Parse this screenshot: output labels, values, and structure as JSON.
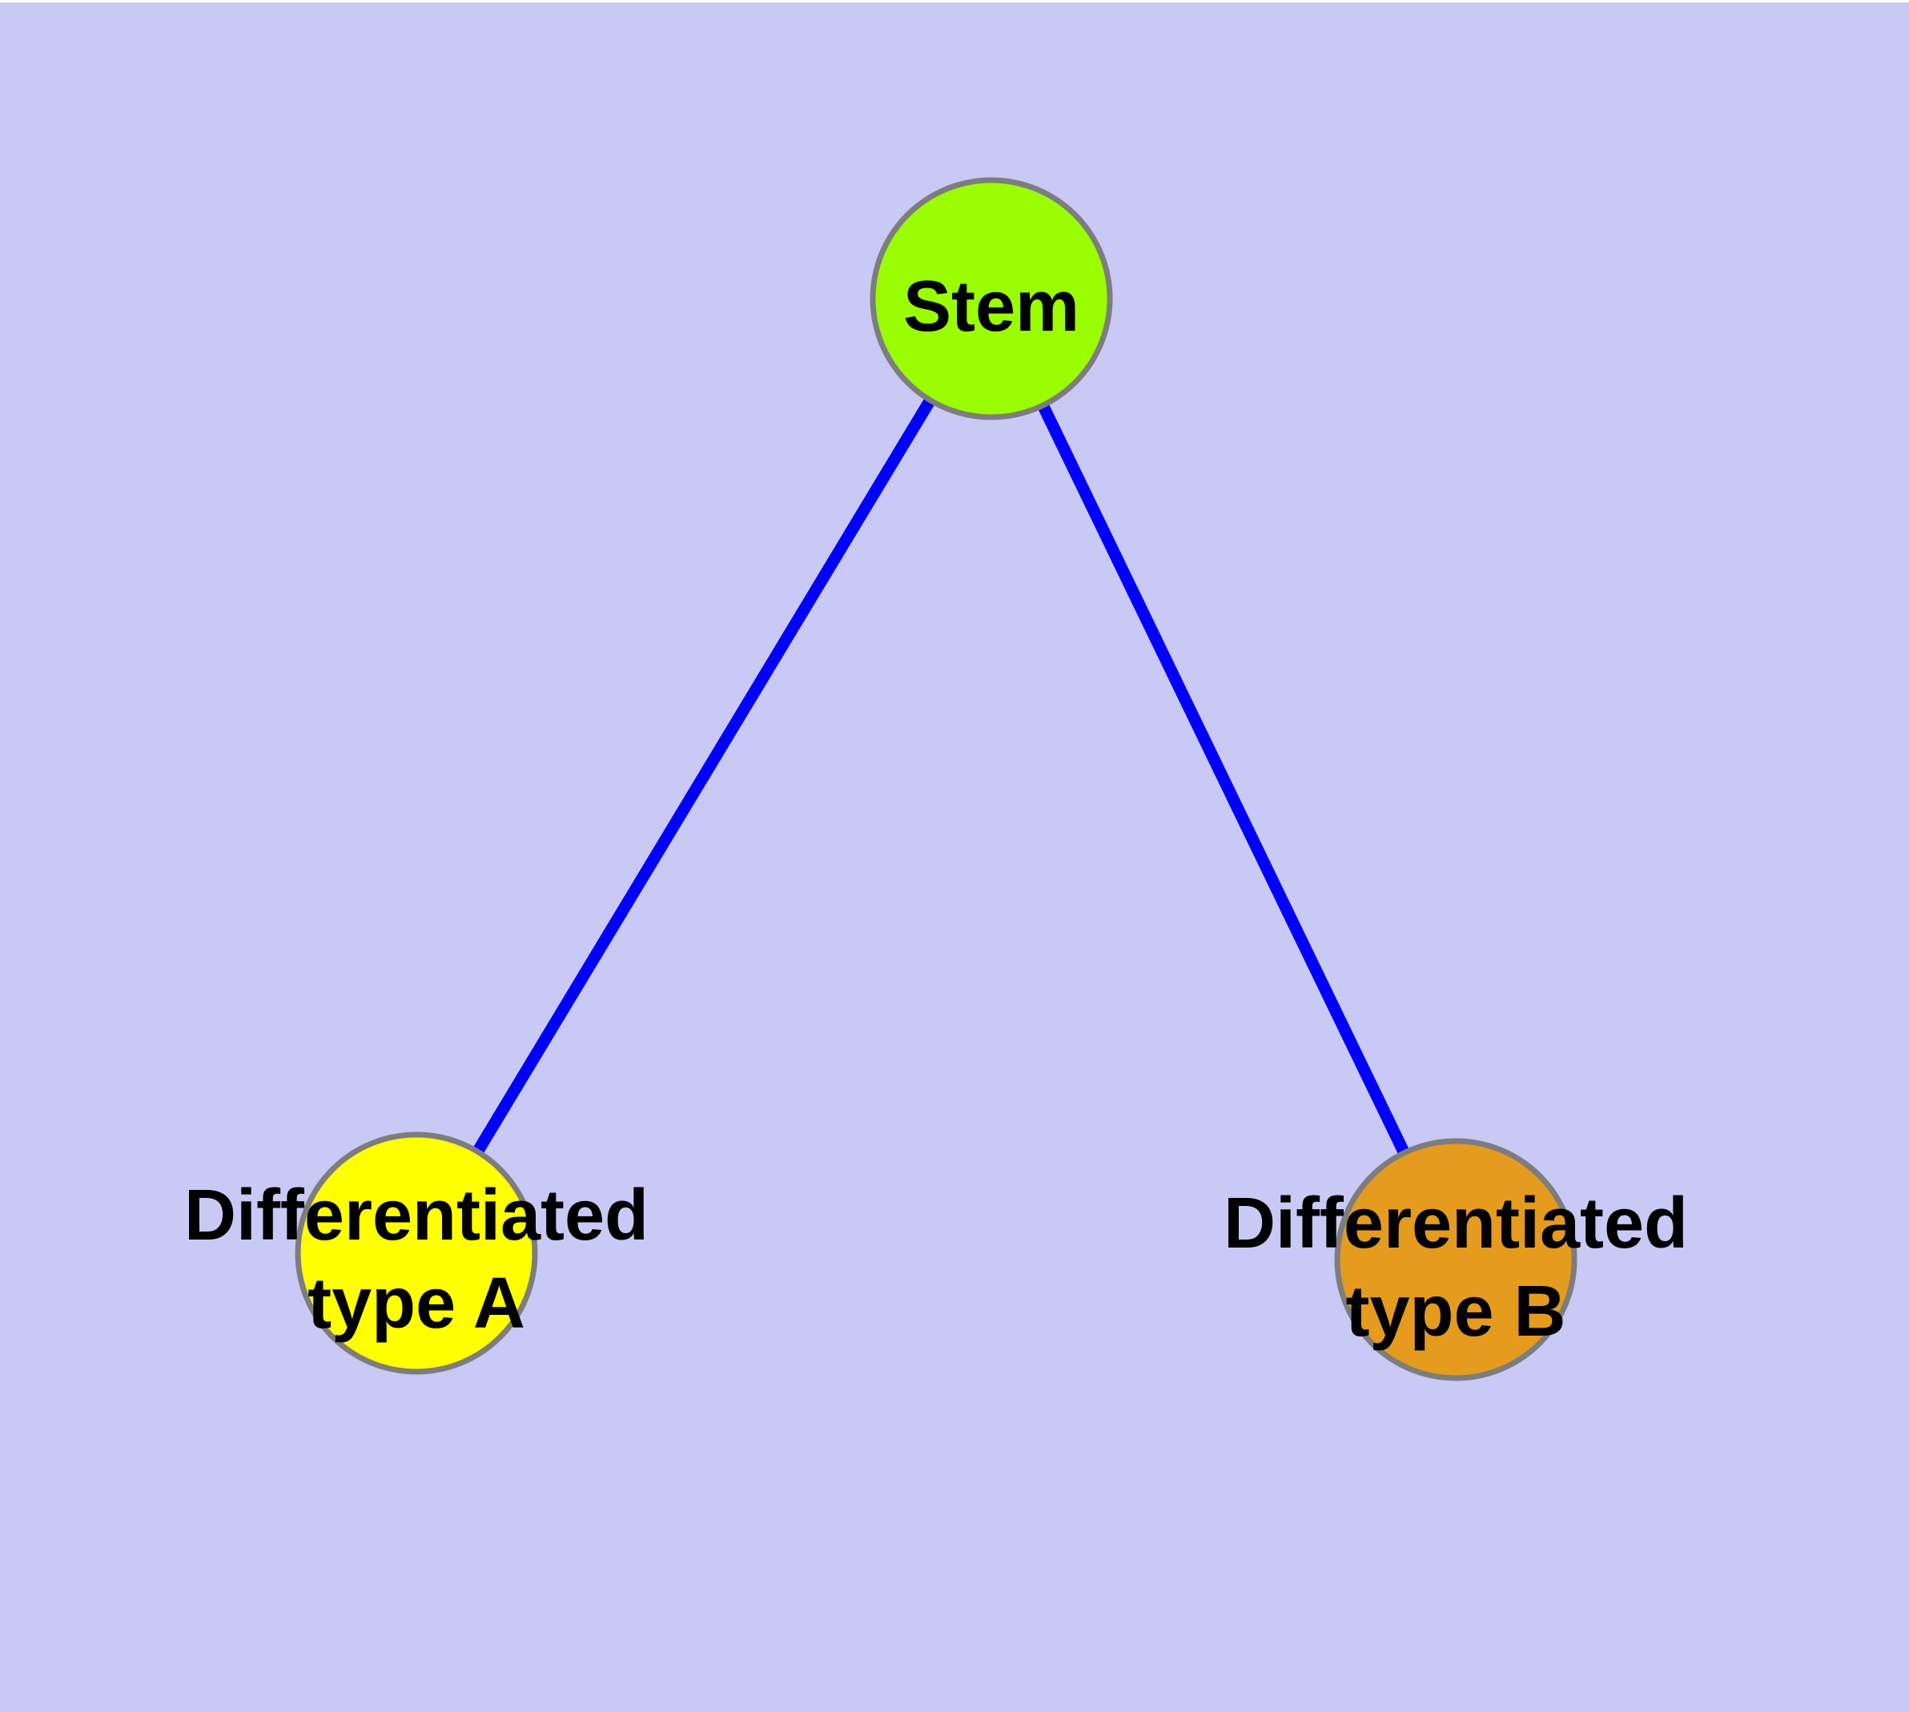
{
  "canvas": {
    "background_color": "#C9C9F6",
    "top_margin_color": "#FFFFFF"
  },
  "graph": {
    "nodes": [
      {
        "id": "stem",
        "label": "Stem",
        "fill": "#9AFE00",
        "stroke": "#7D7D7D",
        "text_color": "#000000"
      },
      {
        "id": "differentiated-type-a",
        "label_line1": "Differentiated",
        "label_line2": "type A",
        "fill": "#FFFF00",
        "stroke": "#7D7D7D",
        "text_color": "#000000"
      },
      {
        "id": "differentiated-type-b",
        "label_line1": "Differentiated",
        "label_line2": "type B",
        "fill": "#E49B1E",
        "stroke": "#7D7D7D",
        "text_color": "#000000"
      }
    ],
    "edges": [
      {
        "from": "Stem",
        "to": "Differentiated type A",
        "color": "#0000FF"
      },
      {
        "from": "Stem",
        "to": "Differentiated type B",
        "color": "#0000FF"
      }
    ]
  }
}
